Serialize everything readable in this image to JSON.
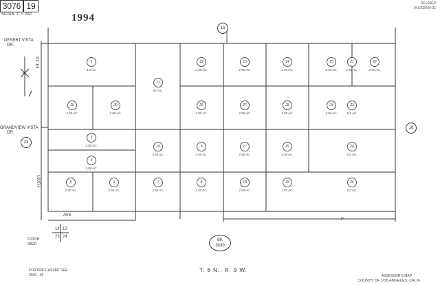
{
  "header": {
    "map_number": "3076",
    "page_number": "19",
    "scale": "SCALE 1\" = 200'",
    "year": "1994",
    "corner_note_1": "REVISED",
    "corner_note_2": "941002000-31"
  },
  "streets": {
    "desert_vista_1": "DESERT VISTA",
    "desert_vista_2": "DR.",
    "grandview_vista_1": "GRANDVIEW VISTA",
    "grandview_vista_2": "DR.",
    "st_e4": "ST. E4",
    "st_190th": "190TH",
    "ave": "AVE.",
    "p_label": "P"
  },
  "north_arrow": "N",
  "circles": {
    "top": "16",
    "right": "18",
    "left": "23",
    "bk_line1": "BK",
    "bk_line2": "3030"
  },
  "lots": [
    {
      "n": "1",
      "acre": "4.0 AC."
    },
    {
      "n": "11",
      "acre": "9.0 AC."
    },
    {
      "n": "12",
      "acre": "2.50 AC."
    },
    {
      "n": "13",
      "acre": "2.50 AC."
    },
    {
      "n": "14",
      "acre": "2.50 AC."
    },
    {
      "n": "15",
      "acre": "2.50 AC."
    },
    {
      "n": "21",
      "acre": "2.50 AC."
    },
    {
      "n": "22",
      "acre": "2.50 AC."
    },
    {
      "n": "19",
      "acre": "2.50 AC."
    },
    {
      "n": "20",
      "acre": "2.50 AC."
    },
    {
      "n": "26",
      "acre": "2.50 AC."
    },
    {
      "n": "27",
      "acre": "2.50 AC."
    },
    {
      "n": "28",
      "acre": "2.50 AC."
    },
    {
      "n": "24",
      "acre": "2.50 AC."
    },
    {
      "n": "23",
      "acre": "5.0 AC."
    },
    {
      "n": "3",
      "acre": "2.50 AC."
    },
    {
      "n": "4",
      "acre": "2.50 AC."
    },
    {
      "n": "10",
      "acre": "2.50 AC."
    },
    {
      "n": "9",
      "acre": "2.50 AC."
    },
    {
      "n": "17",
      "acre": "2.50 AC."
    },
    {
      "n": "25",
      "acre": "2.50 AC."
    },
    {
      "n": "24",
      "acre": "5.0 AC."
    },
    {
      "n": "5",
      "acre": "2.50 AC."
    },
    {
      "n": "6",
      "acre": "2.50 AC."
    },
    {
      "n": "7",
      "acre": "2.50 AC."
    },
    {
      "n": "8",
      "acre": "2.50 AC."
    },
    {
      "n": "18",
      "acre": "2.50 AC."
    },
    {
      "n": "28",
      "acre": "2.50 AC."
    },
    {
      "n": "25",
      "acre": "5.0 AC."
    }
  ],
  "bottom": {
    "sec_14": "14",
    "sec_13": "13",
    "sec_23": "23",
    "sec_24": "24",
    "code_label": "CODE",
    "code_value": "9820",
    "prev_assmt_1": "FOR PREV. ASSMT SEE:",
    "prev_assmt_2": "3030 - 46",
    "township": "T. 6 N., R. 9 W.",
    "assessor_1": "ASSESSOR'S MAP",
    "assessor_2": "COUNTY OF LOS ANGELES, CALIF."
  }
}
